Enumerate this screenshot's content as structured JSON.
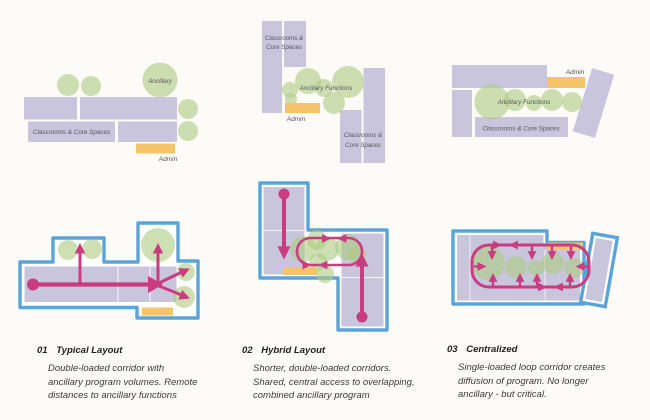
{
  "palette": {
    "background": "#fcfbf7",
    "classroom_lavender": "#c8c5dc",
    "ancillary_green": "#afcb84",
    "admin_orange": "#f5c469",
    "circulation_pink": "#c93d80",
    "outline_blue": "#5aa4da",
    "plan_label_text": "#55555e",
    "caption_text": "#3a3a3a"
  },
  "plans": {
    "typical": {
      "classrooms": "Classrooms & Core Spaces",
      "ancillary": "Ancillary",
      "admin": "Admin"
    },
    "hybrid": {
      "classrooms_top": [
        "Classrooms &",
        "Core Spaces"
      ],
      "ancillary": "Ancillary Functions",
      "admin": "Admin",
      "classrooms_bottom": [
        "Classrooms &",
        "Core Spaces"
      ]
    },
    "centralized": {
      "admin": "Admin",
      "ancillary": "Ancillary Functions",
      "classrooms": "Classrooms & Core Spaces"
    }
  },
  "captions": [
    {
      "number": "01",
      "title": "Typical Layout",
      "lines": [
        "Double-loaded corridor with",
        "ancillary program volumes. Remote",
        "distances to ancillary functions"
      ]
    },
    {
      "number": "02",
      "title": "Hybrid Layout",
      "lines": [
        "Shorter, double-loaded corridors.",
        "Shared, central access to overlapping,",
        "combined ancillary program"
      ]
    },
    {
      "number": "03",
      "title": "Centralized",
      "lines": [
        "Single-loaded loop corridor creates",
        "diffusion of program. No longer",
        "ancillary - but critical."
      ]
    }
  ]
}
